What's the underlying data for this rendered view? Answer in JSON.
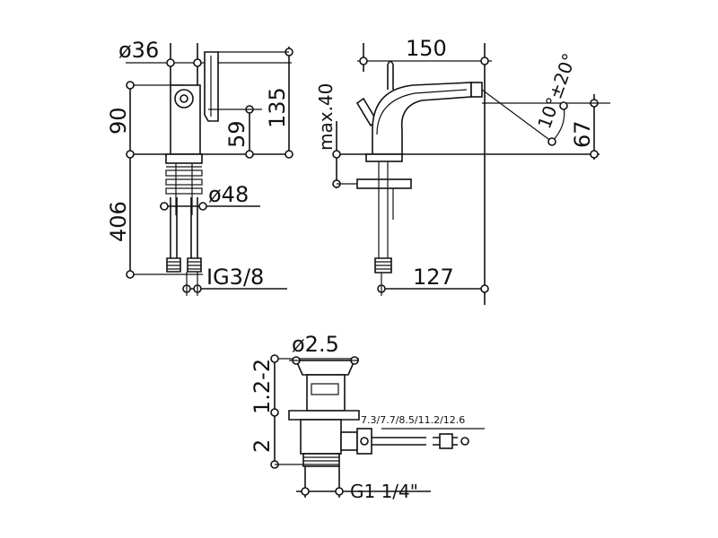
{
  "dimensions": {
    "d36": "ø36",
    "d48": "ø48",
    "d25": "ø2.5",
    "h90": "90",
    "h135": "135",
    "h59": "59",
    "h406": "406",
    "g38": "IG3/8",
    "w150": "150",
    "w127": "127",
    "max40": "max.40",
    "ang10": "10°±20°",
    "h67": "67",
    "h12": "1.2-2",
    "h2": "2",
    "series": "7.3/7.7/8.5/11.2/12.6",
    "g114": "G1 1/4\""
  }
}
